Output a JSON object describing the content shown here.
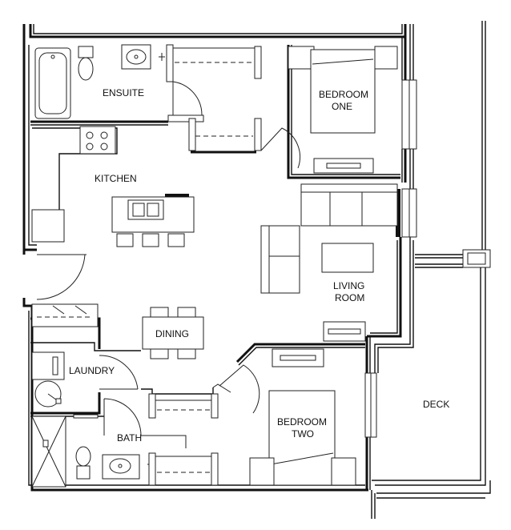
{
  "rooms": {
    "ensuite": "ENSUITE",
    "bedroom_one": [
      "BEDROOM",
      "ONE"
    ],
    "kitchen": "KITCHEN",
    "living_room": [
      "LIVING",
      "ROOM"
    ],
    "dining": "DINING",
    "laundry": "LAUNDRY",
    "bath": "BATH",
    "bedroom_two": [
      "BEDROOM",
      "TWO"
    ],
    "deck": "DECK"
  }
}
